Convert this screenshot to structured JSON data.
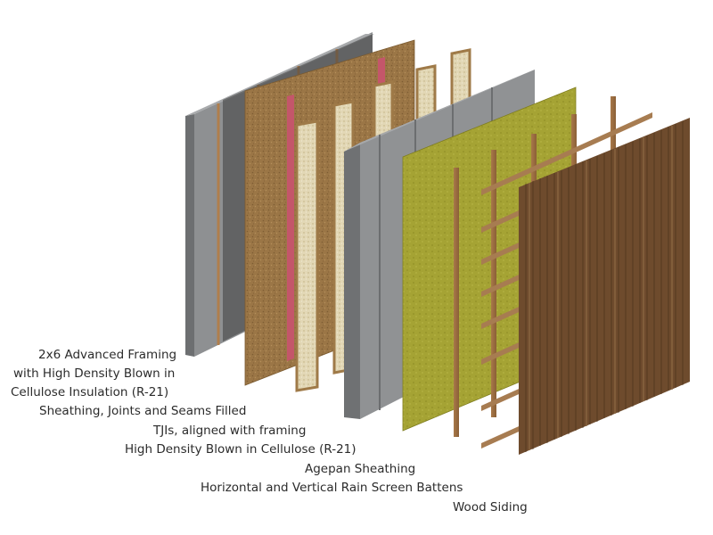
{
  "labels": {
    "framing_line1": "2x6 Advanced Framing",
    "framing_line2": "with High Density Blown in",
    "framing_line3": "Cellulose Insulation (R-21)",
    "sheathing": "Sheathing, Joints and Seams Filled",
    "tjis": "TJIs, aligned with framing",
    "cellulose": "High Density Blown in Cellulose (R-21)",
    "agepan": "Agepan Sheathing",
    "battens": "Horizontal and Vertical Rain Screen Battens",
    "siding": "Wood Siding"
  },
  "colors": {
    "framing_gray": "#8e9092",
    "fiber_board": "#9a7444",
    "seam_red": "#c4566a",
    "agepan_yellow": "#a3a331",
    "batten_wood": "#a77c51",
    "siding_wood": "#6e4b2d"
  }
}
